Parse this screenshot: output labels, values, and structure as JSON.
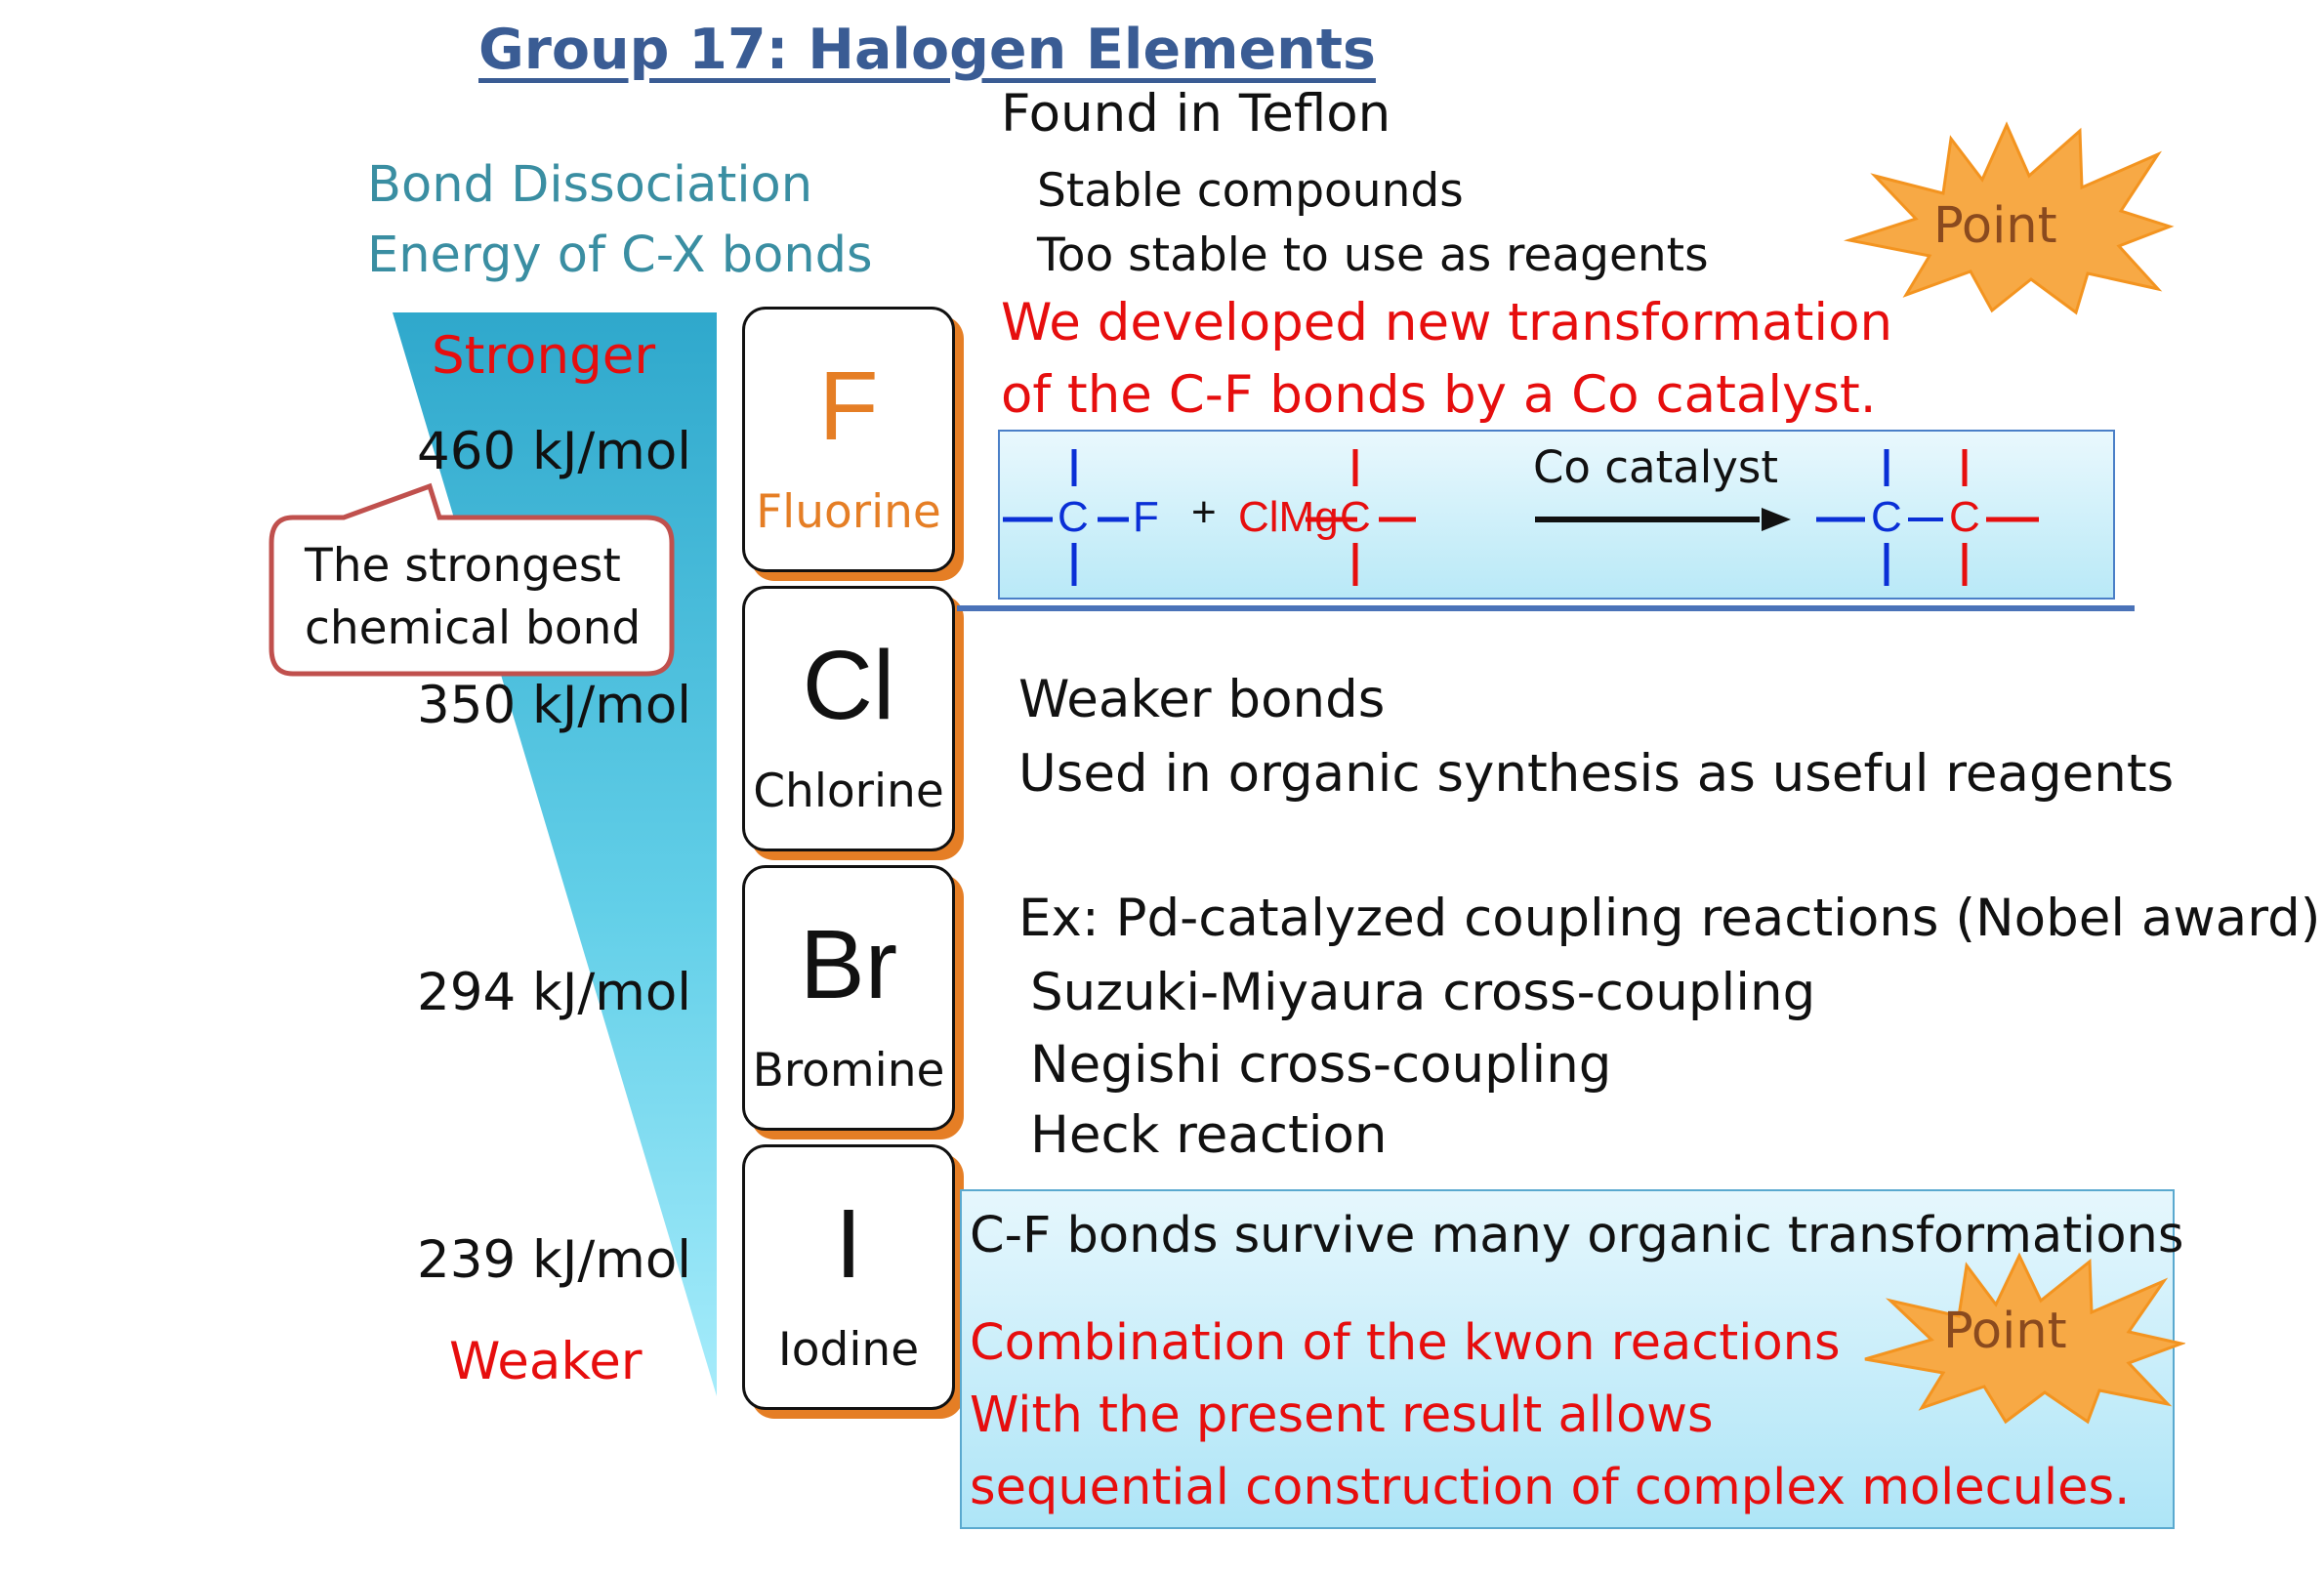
{
  "title": "Group 17:   Halogen Elements",
  "left_header": {
    "line1": "Bond Dissociation",
    "line2": "Energy of C-X bonds"
  },
  "wedge": {
    "top_label": "Stronger",
    "bottom_label": "Weaker"
  },
  "energies": [
    "460 kJ/mol",
    "350 kJ/mol",
    "294 kJ/mol",
    "239 kJ/mol"
  ],
  "callout": {
    "line1": "The strongest",
    "line2": "chemical bond"
  },
  "elements": [
    {
      "symbol": "F",
      "name": "Fluorine"
    },
    {
      "symbol": "Cl",
      "name": "Chlorine"
    },
    {
      "symbol": "Br",
      "name": "Bromine"
    },
    {
      "symbol": "I",
      "name": "Iodine"
    }
  ],
  "fluorine_notes": {
    "found": "Found in Teflon",
    "stable": "Stable compounds",
    "too_stable": "Too stable to use as reagents",
    "developed_line1": "We developed new transformation",
    "developed_line2": "of the C-F bonds by a Co catalyst."
  },
  "reaction": {
    "reactant1_c": "C",
    "reactant1_f": "F",
    "plus": "+",
    "reagent": "ClMg",
    "reagent_c": "C",
    "catalyst": "Co catalyst",
    "product_c1": "C",
    "product_c2": "C"
  },
  "point_label": "Point",
  "chlorine_notes": {
    "line1": "Weaker bonds",
    "line2": "Used in organic synthesis as useful reagents"
  },
  "bromine_notes": {
    "line1": "Ex: Pd-catalyzed coupling reactions (Nobel award)",
    "line2": "Suzuki-Miyaura cross-coupling",
    "line3": "Negishi cross-coupling",
    "line4": "Heck reaction"
  },
  "iodine_box": {
    "line1": "C-F bonds survive many organic transformations",
    "line2": "Combination of the kwon reactions",
    "line3": "With the present result allows",
    "line4": "sequential construction of complex molecules."
  },
  "colors": {
    "title": "#3a5c94",
    "teal": "#3a8ea2",
    "red": "#e60e0e",
    "orange": "#e57e25",
    "blue_bond": "#0a2fd6",
    "burst": "#f7a945"
  }
}
